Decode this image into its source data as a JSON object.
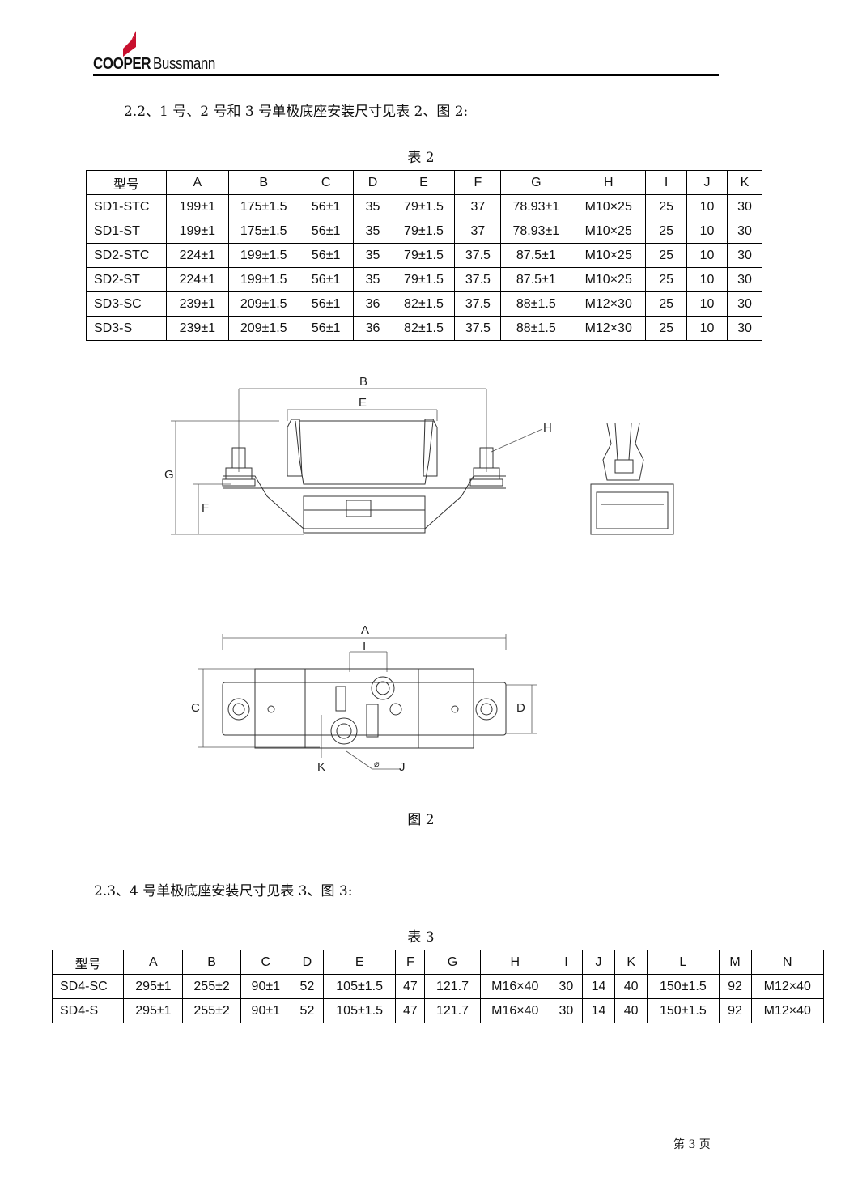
{
  "header": {
    "brand_primary": "COOPER",
    "brand_secondary": "Bussmann",
    "brand_color": "#c8102e"
  },
  "section_2_2": {
    "heading": "2.2、1 号、2 号和 3 号单极底座安装尺寸见表 2、图 2:",
    "table_caption": "表 2",
    "columns": [
      "型号",
      "A",
      "B",
      "C",
      "D",
      "E",
      "F",
      "G",
      "H",
      "I",
      "J",
      "K"
    ],
    "rows": [
      [
        "SD1-STC",
        "199±1",
        "175±1.5",
        "56±1",
        "35",
        "79±1.5",
        "37",
        "78.93±1",
        "M10×25",
        "25",
        "10",
        "30"
      ],
      [
        "SD1-ST",
        "199±1",
        "175±1.5",
        "56±1",
        "35",
        "79±1.5",
        "37",
        "78.93±1",
        "M10×25",
        "25",
        "10",
        "30"
      ],
      [
        "SD2-STC",
        "224±1",
        "199±1.5",
        "56±1",
        "35",
        "79±1.5",
        "37.5",
        "87.5±1",
        "M10×25",
        "25",
        "10",
        "30"
      ],
      [
        "SD2-ST",
        "224±1",
        "199±1.5",
        "56±1",
        "35",
        "79±1.5",
        "37.5",
        "87.5±1",
        "M10×25",
        "25",
        "10",
        "30"
      ],
      [
        "SD3-SC",
        "239±1",
        "209±1.5",
        "56±1",
        "36",
        "82±1.5",
        "37.5",
        "88±1.5",
        "M12×30",
        "25",
        "10",
        "30"
      ],
      [
        "SD3-S",
        "239±1",
        "209±1.5",
        "56±1",
        "36",
        "82±1.5",
        "37.5",
        "88±1.5",
        "M12×30",
        "25",
        "10",
        "30"
      ]
    ],
    "figure_labels": {
      "B": "B",
      "E": "E",
      "H": "H",
      "G": "G",
      "F": "F",
      "A": "A",
      "I": "I",
      "C": "C",
      "D": "D",
      "K": "K",
      "J": "J",
      "phi": "⌀"
    },
    "figure_caption": "图 2"
  },
  "section_2_3": {
    "heading": "2.3、4 号单极底座安装尺寸见表 3、图 3:",
    "table_caption": "表 3",
    "columns": [
      "型号",
      "A",
      "B",
      "C",
      "D",
      "E",
      "F",
      "G",
      "H",
      "I",
      "J",
      "K",
      "L",
      "M",
      "N"
    ],
    "rows": [
      [
        "SD4-SC",
        "295±1",
        "255±2",
        "90±1",
        "52",
        "105±1.5",
        "47",
        "121.7",
        "M16×40",
        "30",
        "14",
        "40",
        "150±1.5",
        "92",
        "M12×40"
      ],
      [
        "SD4-S",
        "295±1",
        "255±2",
        "90±1",
        "52",
        "105±1.5",
        "47",
        "121.7",
        "M16×40",
        "30",
        "14",
        "40",
        "150±1.5",
        "92",
        "M12×40"
      ]
    ]
  },
  "footer": {
    "page_label": "第 3 页"
  }
}
